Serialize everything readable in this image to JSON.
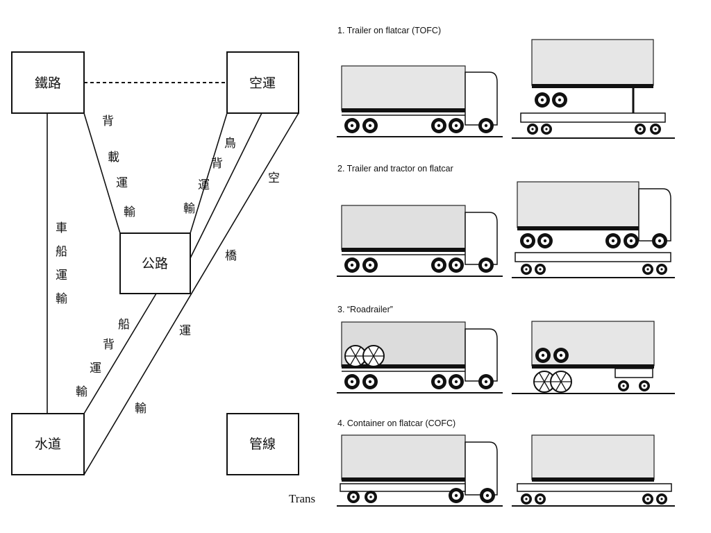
{
  "nodes": {
    "rail": "鐵路",
    "air": "空運",
    "road": "公路",
    "water": "水道",
    "pipeline": "管線"
  },
  "edges": {
    "rail_road": [
      "背",
      "載",
      "運",
      "輸"
    ],
    "air_road": [
      "鳥",
      "背",
      "運",
      "輸"
    ],
    "rail_water": [
      "車",
      "船",
      "運",
      "輸"
    ],
    "road_water": [
      "船",
      "背",
      "運",
      "輸"
    ],
    "air_water": [
      "空",
      "橋",
      "運",
      "輸"
    ]
  },
  "footer_text": "Trans",
  "panels": [
    {
      "caption": "1. Trailer on flatcar (TOFC)"
    },
    {
      "caption": "2. Trailer and tractor on flatcar"
    },
    {
      "caption": "3. “Roadrailer”"
    },
    {
      "caption": "4. Container on flatcar (COFC)"
    }
  ]
}
